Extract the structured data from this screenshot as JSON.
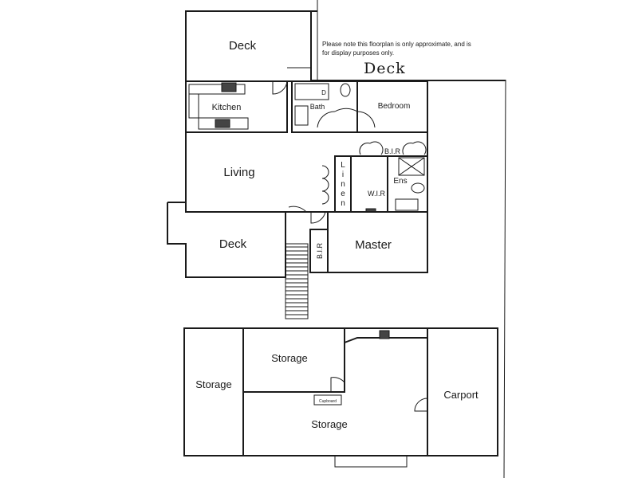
{
  "note": {
    "line1": "Please note this floorplan is only approximate, and is",
    "line2": "for display purposes only."
  },
  "handwritten_label": "Deck",
  "upper_floor": {
    "deck_top": "Deck",
    "kitchen": "Kitchen",
    "bath": "Bath",
    "bath_d": "D",
    "bedroom": "Bedroom",
    "bedroom_bir": "B.I.R",
    "living": "Living",
    "linen": [
      "L",
      "i",
      "n",
      "e",
      "n"
    ],
    "wir": "W.I.R",
    "ens": "Ens",
    "deck_bottom": "Deck",
    "master_bir": "B.I.R",
    "master": "Master"
  },
  "lower_floor": {
    "storage_top": "Storage",
    "storage_left": "Storage",
    "cupboard": "Cupboard",
    "storage_main": "Storage",
    "carport": "Carport"
  }
}
